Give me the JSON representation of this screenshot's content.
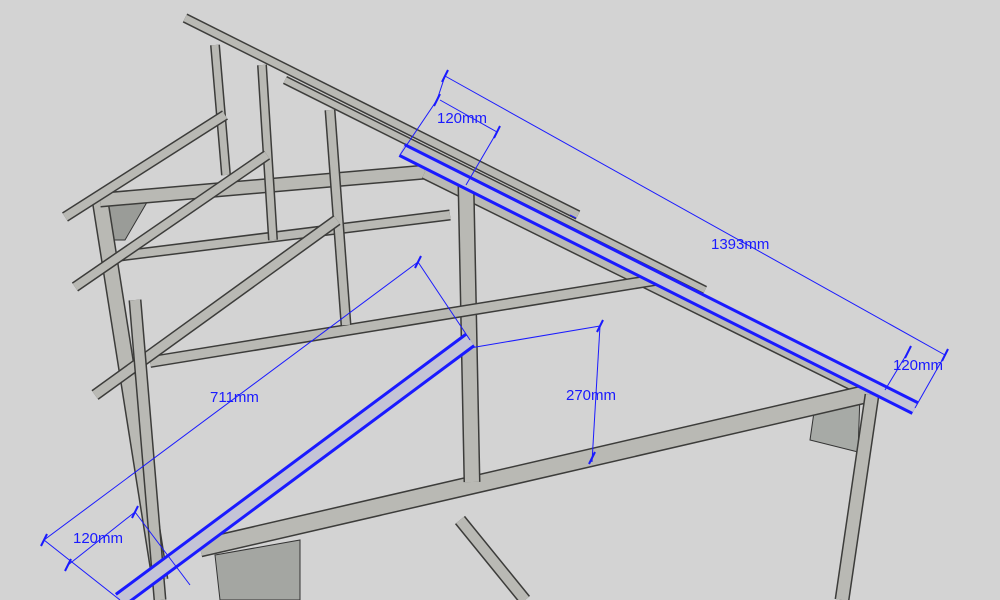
{
  "model": {
    "dimensions": [
      {
        "id": "top-width",
        "label": "120mm"
      },
      {
        "id": "rafter-length",
        "label": "1393mm"
      },
      {
        "id": "right-width",
        "label": "120mm"
      },
      {
        "id": "brace-length",
        "label": "711mm"
      },
      {
        "id": "post-offset",
        "label": "270mm"
      },
      {
        "id": "brace-width",
        "label": "120mm"
      }
    ]
  },
  "colors": {
    "background": "#d3d3d3",
    "steel": "#b9b9b4",
    "steel_dark": "#3c3c3a",
    "selection": "#1a1aff"
  }
}
